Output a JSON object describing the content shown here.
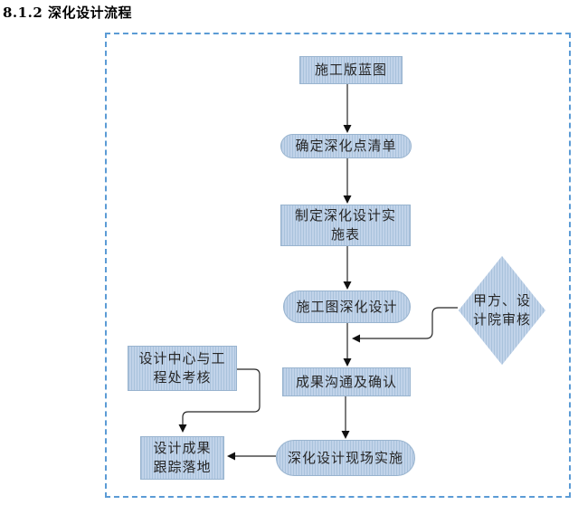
{
  "page": {
    "title": "8.1.2 深化设计流程"
  },
  "flowchart": {
    "nodes": {
      "blueprint": {
        "label": "施工版蓝图",
        "shape": "rect"
      },
      "point_list": {
        "label": "确定深化点清单",
        "shape": "stadium"
      },
      "impl_plan": {
        "line1": "制定深化设计实",
        "line2": "施表",
        "shape": "rect"
      },
      "drawing_design": {
        "label": "施工图深化设计",
        "shape": "stadium"
      },
      "review": {
        "line1": "甲方、设",
        "line2": "计院审核",
        "shape": "diamond"
      },
      "confirm": {
        "label": "成果沟通及确认",
        "shape": "rect"
      },
      "assess": {
        "line1": "设计中心与工",
        "line2": "程处考核",
        "shape": "rect"
      },
      "site_impl": {
        "label": "深化设计现场实施",
        "shape": "stadium"
      },
      "tracking": {
        "line1": "设计成果",
        "line2": "跟踪落地",
        "shape": "rect"
      }
    },
    "edges": [
      "blueprint -> point_list",
      "point_list -> impl_plan",
      "impl_plan -> drawing_design",
      "drawing_design -> confirm",
      "review -> (joins line between drawing_design and confirm)",
      "confirm -> site_impl",
      "assess -> tracking",
      "site_impl -> tracking"
    ],
    "colors": {
      "node_fill": "#b8cce4",
      "node_stripe_dark": "#a9c2dc",
      "node_stripe_light": "#c1d3e9",
      "node_border": "#99b4cf",
      "frame_dash": "#5b9bd5",
      "arrow": "#262626",
      "text": "#262626",
      "title_text": "#000000",
      "background": "#ffffff"
    }
  }
}
